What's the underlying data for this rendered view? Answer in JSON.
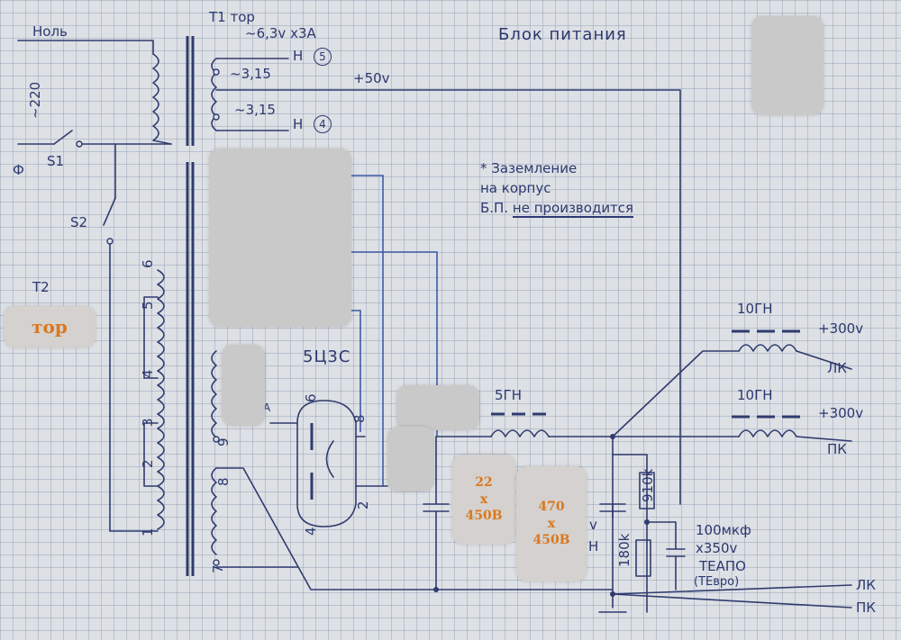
{
  "title": "Блок питания",
  "note": {
    "line1": "* Заземление",
    "line2": "на корпус",
    "line3_prefix": "Б.П.",
    "line3_emph": "не производится"
  },
  "transformer_t1": {
    "name": "T1 тор",
    "winding_main": "~6,3v x3A",
    "winding_a": "~3,15",
    "winding_b": "~3,15",
    "tap_a": "Н",
    "tap_a_num": "5",
    "tap_b": "Н",
    "tap_b_num": "4",
    "rail": "+50v"
  },
  "mains": {
    "neutral": "Ноль",
    "phase": "Ф",
    "voltage": "~220",
    "switch1": "S1",
    "switch2": "S2"
  },
  "transformer_t2": {
    "name": "T2",
    "type_tag": "тор",
    "taps": [
      "1",
      "2",
      "3",
      "4",
      "5",
      "6",
      "7",
      "8",
      "9"
    ]
  },
  "rectifier": {
    "tube": "5Ц3С",
    "pin_a": "6",
    "pin_b": "8",
    "pin_c": "4",
    "pin_d": "2",
    "anode_label": "A"
  },
  "filter": {
    "choke_main": "5ГН",
    "cap1_value": "22",
    "cap1_x": "x",
    "cap1_voltage": "450В",
    "cap2_value": "470",
    "cap2_x": "x",
    "cap2_voltage": "450В",
    "cap2_mark": "H",
    "cap2_volt_frag": "v",
    "r_top": "910k",
    "r_bottom": "180k",
    "cap3": "100мкф",
    "cap3_voltage": "x350v",
    "cap3_brand": "ТЕАПО",
    "cap3_brand2": "(ТЕвро)"
  },
  "outputs": {
    "choke_left": "10ГН",
    "choke_right": "10ГН",
    "v_left": "+300v",
    "v_right": "+300v",
    "lk_top": "ЛК",
    "pk_top": "ПК",
    "lk_bottom": "ЛК",
    "pk_bottom": "ПК"
  }
}
